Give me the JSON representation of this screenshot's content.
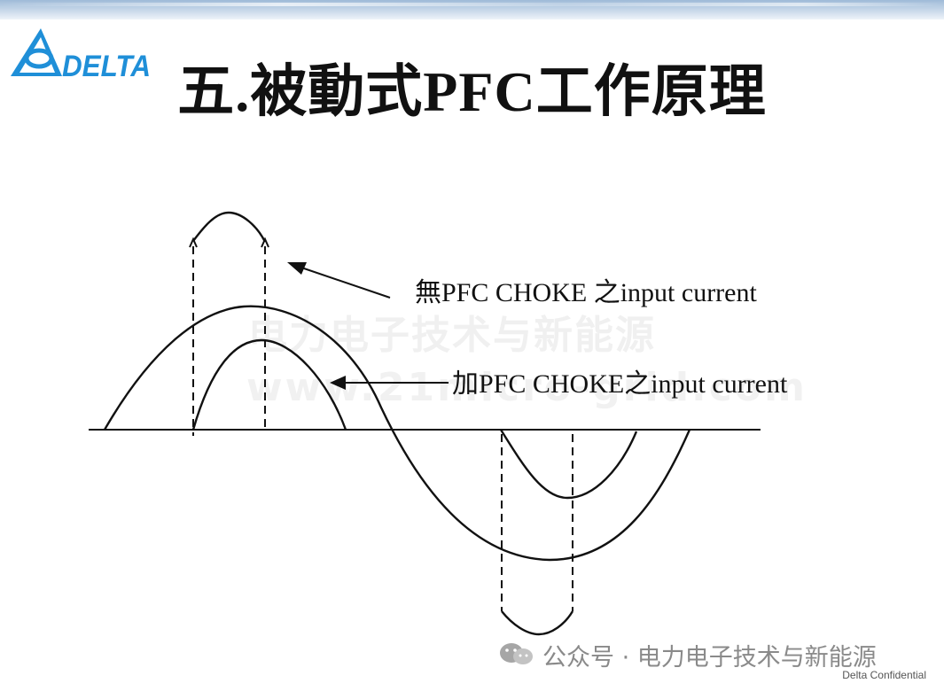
{
  "header": {
    "logo_text": "DELTA",
    "title": "五.被動式PFC工作原理"
  },
  "diagram": {
    "label_without_choke": "無PFC CHOKE 之input current",
    "label_with_choke": "加PFC CHOKE之input current"
  },
  "watermark": {
    "channel": "电力电子技术与新能源",
    "site": "www.21micro-grid.com"
  },
  "footer": {
    "account": "公众号 · 电力电子技术与新能源",
    "confidential": "Delta Confidential"
  },
  "colors": {
    "brand_blue": "#1f8fd8",
    "stroke": "#111111"
  }
}
